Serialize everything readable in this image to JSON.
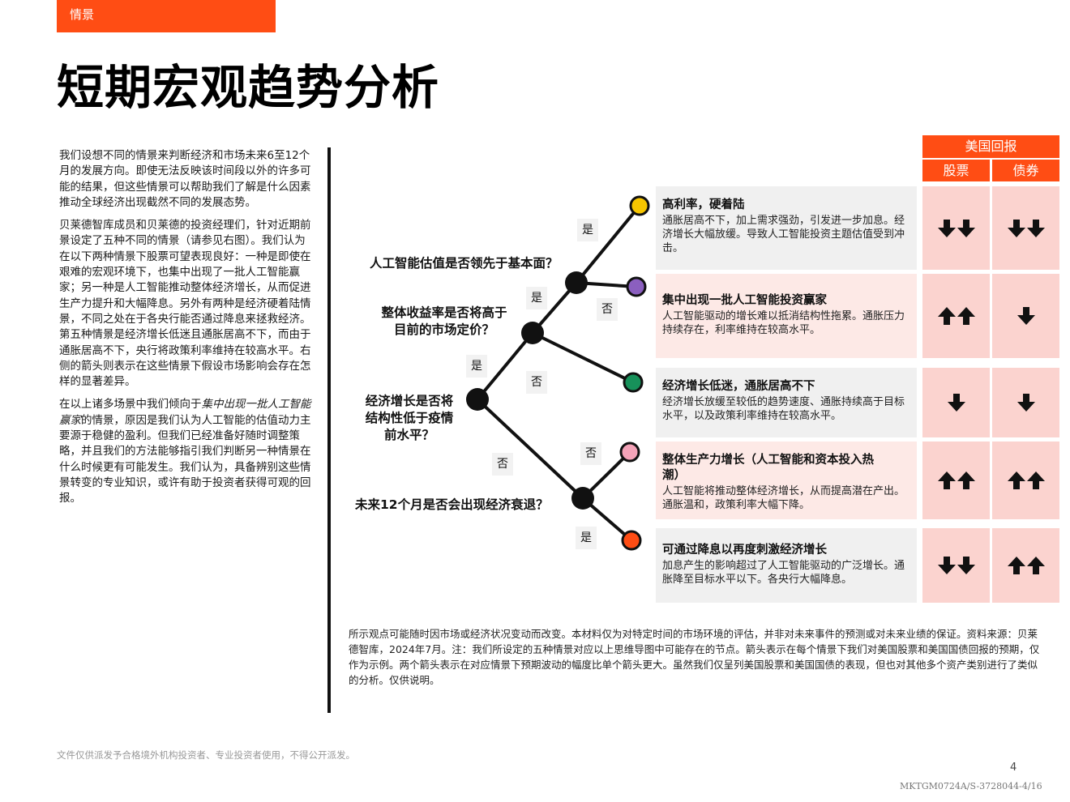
{
  "section_tag": "情景",
  "page_title": "短期宏观趋势分析",
  "intro": {
    "p1": "我们设想不同的情景来判断经济和市场未来6至12个月的发展方向。即使无法反映该时间段以外的许多可能的结果，但这些情景可以帮助我们了解是什么因素推动全球经济出现截然不同的发展态势。",
    "p2": "贝莱德智库成员和贝莱德的投资经理们，针对近期前景设定了五种不同的情景（请参见右图）。我们认为在以下两种情景下股票可望表现良好：一种是即使在艰难的宏观环境下，也集中出现了一批人工智能赢家；另一种是人工智能推动整体经济增长，从而促进生产力提升和大幅降息。另外有两种是经济硬着陆情景，不同之处在于各央行能否通过降息来拯救经济。第五种情景是经济增长低迷且通胀居高不下，而由于通胀居高不下，央行将政策利率维持在较高水平。右侧的箭头则表示在这些情景下假设市场影响会存在怎样的显著差异。",
    "p3_before": "在以上诸多场景中我们倾向于",
    "p3_em": "集中出现一批人工智能赢家",
    "p3_after": "的情景，原因是我们认为人工智能的估值动力主要源于稳健的盈利。但我们已经准备好随时调整策略，并且我们的方法能够指引我们判断另一种情景在什么时候更有可能发生。我们认为，具备辨别这些情景转变的专业知识，或许有助于投资者获得可观的回报。"
  },
  "tree": {
    "q_root": "经济增长是否将结构性低于疫情前水平？",
    "q_root_lines": [
      "经济增长是否将",
      "结构性低于疫情",
      "前水平？"
    ],
    "q_yield_lines": [
      "整体收益率是否将高于",
      "目前的市场定价？"
    ],
    "q_ai": "人工智能估值是否领先于基本面？",
    "q_recession": "未来12个月是否会出现经济衰退？",
    "yes": "是",
    "no": "否"
  },
  "returns_header": {
    "title": "美国回报",
    "stocks": "股票",
    "bonds": "债券"
  },
  "scenarios": [
    {
      "title": "高利率，硬着陆",
      "desc": "通胀居高不下，加上需求强劲，引发进一步加息。经济增长大幅放缓。导致人工智能投资主题估值受到冲击。",
      "dot_color": "#f7c600",
      "stocks": "down-down",
      "bonds": "down-down"
    },
    {
      "title": "集中出现一批人工智能投资赢家",
      "desc": "人工智能驱动的增长难以抵消结构性拖累。通胀压力持续存在，利率维持在较高水平。",
      "dot_color": "#8b5fbf",
      "stocks": "up-up",
      "bonds": "down"
    },
    {
      "title": "经济增长低迷，通胀居高不下",
      "desc": "经济增长放缓至较低的趋势速度、通胀持续高于目标水平，以及政策利率维持在较高水平。",
      "dot_color": "#17915a",
      "stocks": "down",
      "bonds": "down"
    },
    {
      "title": "整体生产力增长（人工智能和资本投入热潮）",
      "title_lines": [
        "整体生产力增长（人工智能和资本投入热",
        "潮）"
      ],
      "desc": "人工智能将推动整体经济增长，从而提高潜在产出。通胀温和，政策利率大幅下降。",
      "dot_color": "#f4a3b8",
      "stocks": "up-up",
      "bonds": "up-up"
    },
    {
      "title": "可通过降息以再度刺激经济增长",
      "desc": "加息产生的影响超过了人工智能驱动的广泛增长。通胀降至目标水平以下。各央行大幅降息。",
      "dot_color": "#ff4d14",
      "stocks": "down-down",
      "bonds": "up-up"
    }
  ],
  "footnote": "所示观点可能随时因市场或经济状况变动而改变。本材料仅为对特定时间的市场环境的评估，并非对未来事件的预测或对未来业绩的保证。资料来源：贝莱德智库，2024年7月。注：我们所设定的五种情景对应以上思维导图中可能存在的节点。箭头表示在每个情景下我们对美国股票和美国国债回报的预期，仅作为示例。两个箭头表示在对应情景下预期波动的幅度比单个箭头更大。虽然我们仅呈列美国股票和美国国债的表现，但也对其他多个资产类别进行了类似的分析。仅供说明。",
  "disclaimer": "文件仅供派发予合格境外机构投资者、专业投资者使用，不得公开派发。",
  "page_number": "4",
  "doc_code": "MKTGM0724A/S-3728044-4/16",
  "colors": {
    "accent": "#ff4d14",
    "cell": "#fbd3cf",
    "grey_row": "#f0f0f0",
    "pink_row": "#fde9e6"
  }
}
